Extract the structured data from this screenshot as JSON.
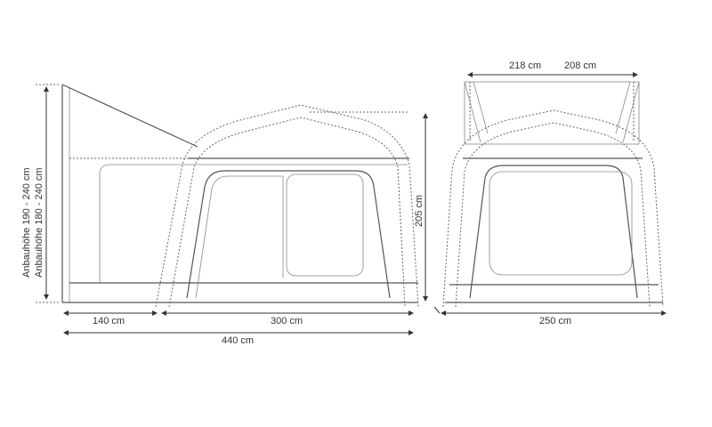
{
  "labels": {
    "height_range": "Anbauhöhe 180 - 240 cm",
    "height_range_overlay": "Anbauhöhe 190 - 240 cm",
    "side_width": "140 cm",
    "main_width": "300 cm",
    "total_width": "440 cm",
    "main_height": "205 cm",
    "front_width": "250 cm",
    "top_width": "218 cm",
    "top_width_overlay": "208 cm"
  }
}
